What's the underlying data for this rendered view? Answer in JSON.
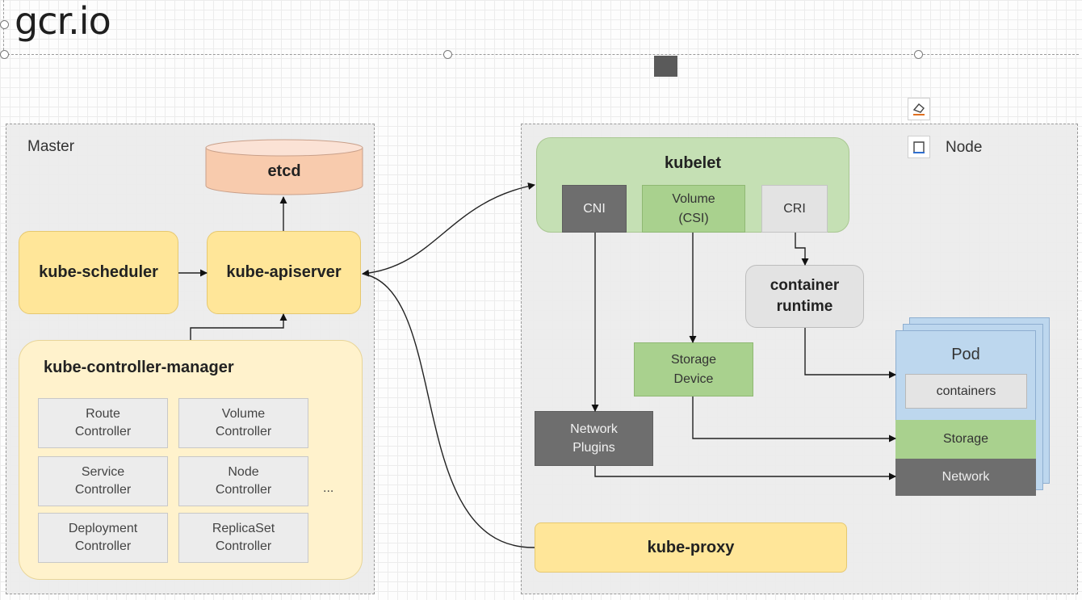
{
  "slide": {
    "title": "gcr.io"
  },
  "master": {
    "label": "Master",
    "etcd": "etcd",
    "scheduler": "kube-scheduler",
    "apiserver": "kube-apiserver",
    "controller_manager": {
      "title": "kube-controller-manager",
      "controllers": [
        "Route\nController",
        "Volume\nController",
        "Service\nController",
        "Node\nController",
        "Deployment\nController",
        "ReplicaSet\nController"
      ],
      "more": "..."
    }
  },
  "node": {
    "label": "Node",
    "kubelet": {
      "title": "kubelet",
      "cni": "CNI",
      "volume": "Volume\n(CSI)",
      "cri": "CRI"
    },
    "container_runtime": "container\nruntime",
    "storage_device": "Storage\nDevice",
    "network_plugins": "Network\nPlugins",
    "pod": {
      "title": "Pod",
      "containers": "containers",
      "storage": "Storage",
      "network": "Network"
    },
    "kube_proxy": "kube-proxy"
  },
  "colors": {
    "yellow": "#ffe699",
    "pale_yellow": "#fff2cc",
    "green": "#a9d18e",
    "kubelet_green": "#c5e0b4",
    "etcd_pink": "#f8cbad",
    "pod_blue": "#bdd7ee",
    "dark_grey": "#6e6e6e"
  }
}
